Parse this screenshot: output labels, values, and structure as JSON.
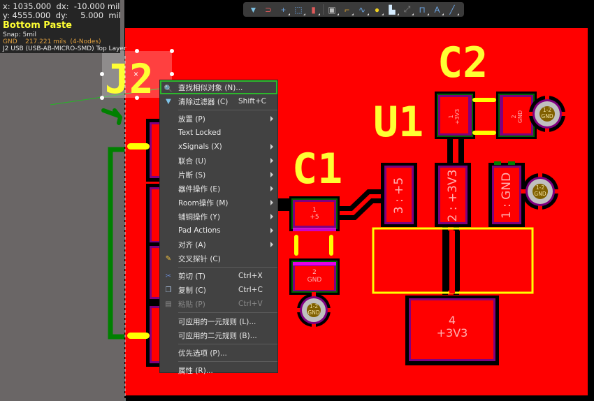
{
  "hud": {
    "x_label": "x:",
    "x_value": "1035.000",
    "dx_label": "dx:",
    "dx_value": "-10.000 mil",
    "y_label": "y:",
    "y_value": "4555.000",
    "dy_label": "dy:",
    "dy_value": "5.000  mil",
    "layer": "Bottom Paste",
    "snap": "Snap: 5mil",
    "net_name": "GND",
    "net_info": "217.221 mils  (4-Nodes)",
    "component": "J2 USB (USB-AB-MICRO-SMD) Top Layer"
  },
  "toolbar": {
    "items": [
      {
        "name": "filter",
        "glyph": "▼",
        "color": "#7fc4e8"
      },
      {
        "name": "interactive-routing-magnet",
        "glyph": "⊃",
        "color": "#e05a5a"
      },
      {
        "name": "add-crosshair",
        "glyph": "+",
        "color": "#6ea7e6"
      },
      {
        "name": "select-rectangle",
        "glyph": "⬚",
        "color": "#6ea7e6"
      },
      {
        "name": "align-bar-chart",
        "glyph": "▮",
        "color": "#e05a5a"
      },
      {
        "name": "component-place",
        "glyph": "▣",
        "color": "#bdbdbd"
      },
      {
        "name": "route-track",
        "glyph": "⌐",
        "color": "#d8a030"
      },
      {
        "name": "differential-pair",
        "glyph": "∿",
        "color": "#6ea7e6"
      },
      {
        "name": "place-via",
        "glyph": "●",
        "color": "#f0d020"
      },
      {
        "name": "polygon-pour",
        "glyph": "▙",
        "color": "#d6ecff"
      },
      {
        "name": "keepout",
        "glyph": "⤢",
        "color": "#8a8a8a"
      },
      {
        "name": "dimension",
        "glyph": "⊓",
        "color": "#6ea7e6"
      },
      {
        "name": "place-string",
        "glyph": "A",
        "color": "#6ea7e6"
      },
      {
        "name": "place-line",
        "glyph": "╱",
        "color": "#6ea7e6"
      }
    ]
  },
  "context_menu": {
    "items": [
      {
        "label": "查找相似对象 (N)...",
        "shortcut": "",
        "submenu": false,
        "icon": "find-similar",
        "highlighted": true
      },
      {
        "label": "清除过滤器 (C)",
        "shortcut": "Shift+C",
        "submenu": false,
        "icon": "clear-filter"
      },
      {
        "separator": true
      },
      {
        "label": "放置 (P)",
        "shortcut": "",
        "submenu": true
      },
      {
        "label": "Text Locked",
        "shortcut": "",
        "submenu": false
      },
      {
        "label": "xSignals (X)",
        "shortcut": "",
        "submenu": true
      },
      {
        "label": "联合 (U)",
        "shortcut": "",
        "submenu": true
      },
      {
        "label": "片断 (S)",
        "shortcut": "",
        "submenu": true
      },
      {
        "label": "器件操作 (E)",
        "shortcut": "",
        "submenu": true
      },
      {
        "label": "Room操作 (M)",
        "shortcut": "",
        "submenu": true
      },
      {
        "label": "铺铜操作 (Y)",
        "shortcut": "",
        "submenu": true
      },
      {
        "label": "Pad Actions",
        "shortcut": "",
        "submenu": true
      },
      {
        "label": "对齐 (A)",
        "shortcut": "",
        "submenu": true
      },
      {
        "label": "交叉探针 (C)",
        "shortcut": "",
        "submenu": false,
        "icon": "cross-probe"
      },
      {
        "separator": true
      },
      {
        "label": "剪切 (T)",
        "shortcut": "Ctrl+X",
        "submenu": false,
        "icon": "cut"
      },
      {
        "label": "复制 (C)",
        "shortcut": "Ctrl+C",
        "submenu": false,
        "icon": "copy"
      },
      {
        "label": "粘贴 (P)",
        "shortcut": "Ctrl+V",
        "submenu": false,
        "icon": "paste",
        "disabled": true
      },
      {
        "separator": true
      },
      {
        "label": "可应用的一元规则 (L)...",
        "shortcut": "",
        "submenu": false
      },
      {
        "label": "可应用的二元规则 (B)...",
        "shortcut": "",
        "submenu": false
      },
      {
        "separator": true
      },
      {
        "label": "优先选项 (P)...",
        "shortcut": "",
        "submenu": false
      },
      {
        "separator": true
      },
      {
        "label": "属性 (R)...",
        "shortcut": "",
        "submenu": false
      }
    ]
  },
  "board": {
    "designators": {
      "j2": "J2",
      "c1": "C1",
      "c2": "C2",
      "u1": "U1"
    },
    "pads": {
      "c1_p1": {
        "num": "1",
        "net": "+5"
      },
      "c1_p2": {
        "num": "2",
        "net": "GND"
      },
      "c2_p1": {
        "num": "1",
        "net": "+3V3"
      },
      "c2_p2": {
        "num": "2",
        "net": "GND"
      },
      "u1_p3": "3 : +5",
      "u1_p2": "2 : +3V3",
      "u1_p1": "1 : GND",
      "u1_p4": {
        "num": "4",
        "net": "+3V3"
      },
      "via1": {
        "num": "1-2",
        "net": "GND"
      },
      "via2": {
        "num": "1-2",
        "net": "GND"
      },
      "via3": {
        "num": "1-2",
        "net": "GND"
      }
    },
    "colors": {
      "copper": "#ff0000",
      "silkscreen": "#ffff00",
      "solder_mask": "#800080",
      "clearance": "#000000",
      "off_board": "#6a6666",
      "selection_highlight": "#2db82d"
    }
  }
}
